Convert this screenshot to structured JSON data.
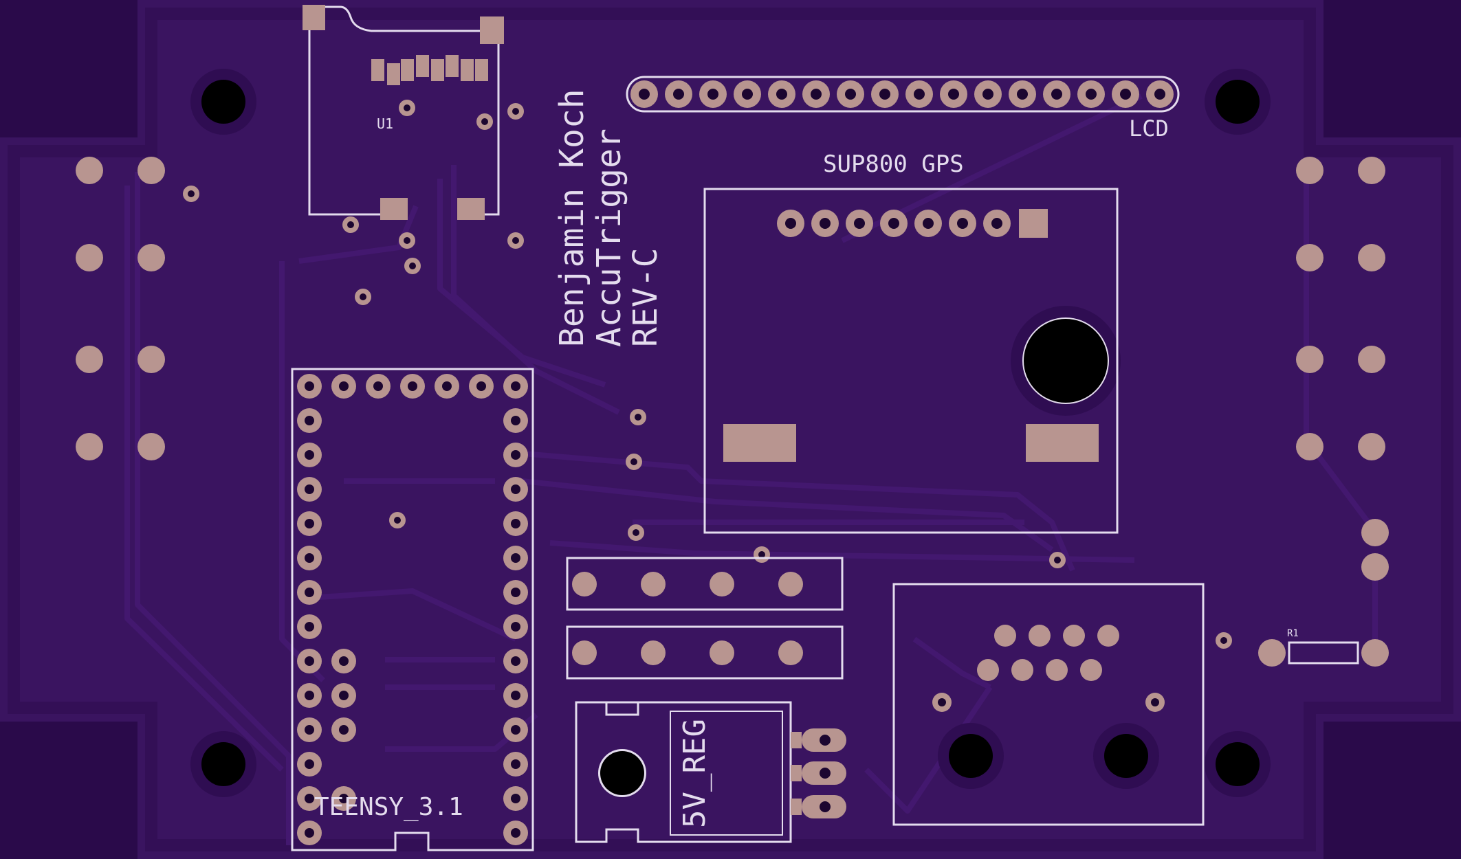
{
  "colors": {
    "background": "#2a0a4a",
    "board": "#3a1460",
    "trace": "#3f1668",
    "pad": "#b89590",
    "silkscreen": "#e4dcee",
    "hole": "#000000",
    "hole_ring": "#2f0d52"
  },
  "labels": {
    "author": "Benjamin Koch",
    "project": "AccuTrigger",
    "revision": "REV-C",
    "lcd": "LCD",
    "gps": "SUP800 GPS",
    "u1": "U1",
    "teensy": "TEENSY_3.1",
    "regulator": "5V_REG",
    "r1": "R1"
  }
}
